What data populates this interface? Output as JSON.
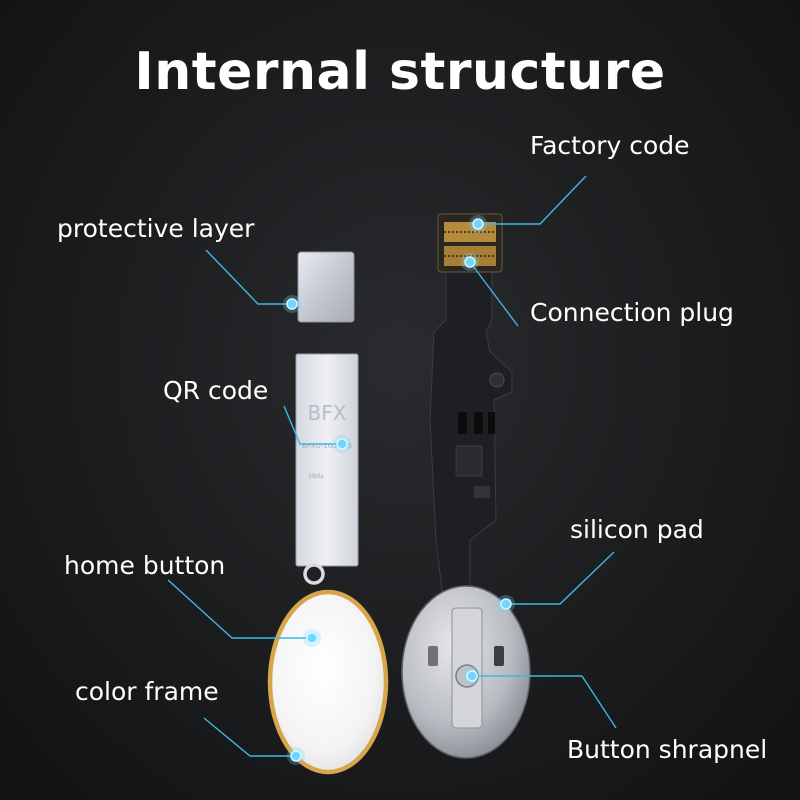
{
  "title": "Internal structure",
  "labels": {
    "factory_code": "Factory code",
    "protective_layer": "protective layer",
    "connection_plug": "Connection plug",
    "qr_code": "QR code",
    "silicon_pad": "silicon pad",
    "home_button": "home button",
    "color_frame": "color frame",
    "button_shrapnel": "Button shrapnel"
  },
  "plate_text": {
    "brand": "BFX",
    "code": "BFXU-1G2D33",
    "small": "5Bda"
  },
  "colors": {
    "background": "#1b1c1e",
    "callout": "#3cb8e4",
    "frame": "#d7a64a"
  }
}
